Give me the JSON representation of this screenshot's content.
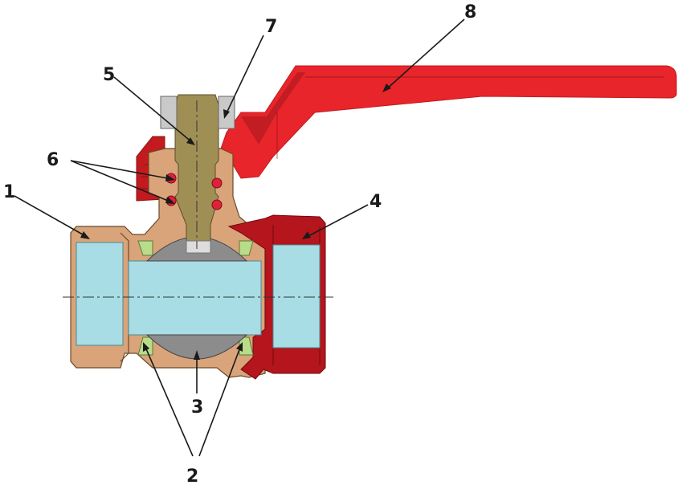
{
  "callouts": [
    {
      "id": "1",
      "label": "1"
    },
    {
      "id": "2",
      "label": "2"
    },
    {
      "id": "3",
      "label": "3"
    },
    {
      "id": "4",
      "label": "4"
    },
    {
      "id": "5",
      "label": "5"
    },
    {
      "id": "6",
      "label": "6"
    },
    {
      "id": "7",
      "label": "7"
    },
    {
      "id": "8",
      "label": "8"
    }
  ],
  "colors": {
    "body_brass": "#d9a47a",
    "union_nut": "#b5151c",
    "bore_fluid": "#a8dde6",
    "ball": "#8c8c8c",
    "seat": "#b8dc8a",
    "stem": "#a08f55",
    "handle": "#e8252b",
    "handle_dark": "#c21a1f",
    "packing_nut": "#c9c9c9",
    "o_ring": "#e0203a"
  }
}
